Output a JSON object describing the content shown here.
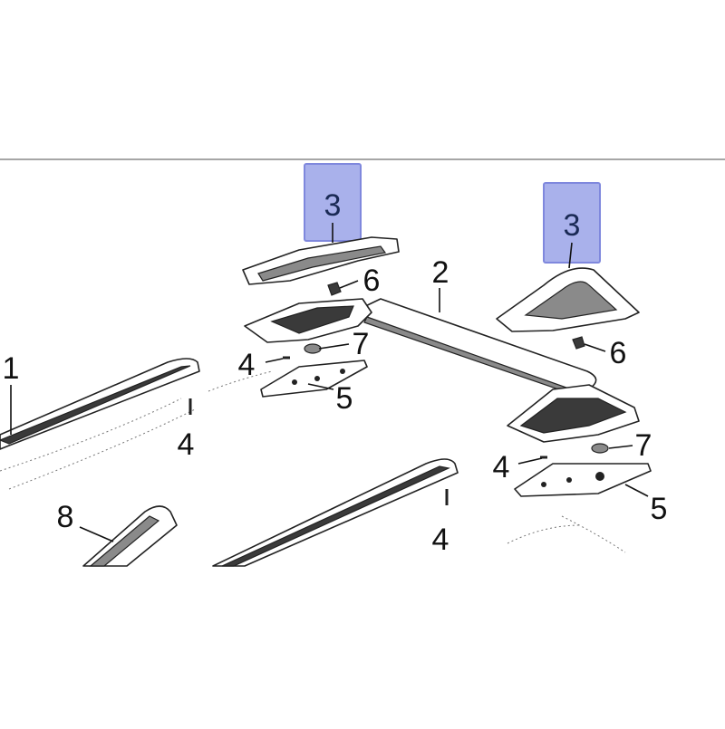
{
  "diagram": {
    "highlight_color": "#9aa3e8",
    "highlight_border": "#7f88dd",
    "callouts": {
      "c1": "1",
      "c2": "2",
      "c3a": "3",
      "c3b": "3",
      "c4a": "4",
      "c4b": "4",
      "c4c": "4",
      "c4d": "4",
      "c5a": "5",
      "c5b": "5",
      "c6a": "6",
      "c6b": "6",
      "c7a": "7",
      "c7b": "7",
      "c8": "8"
    }
  }
}
